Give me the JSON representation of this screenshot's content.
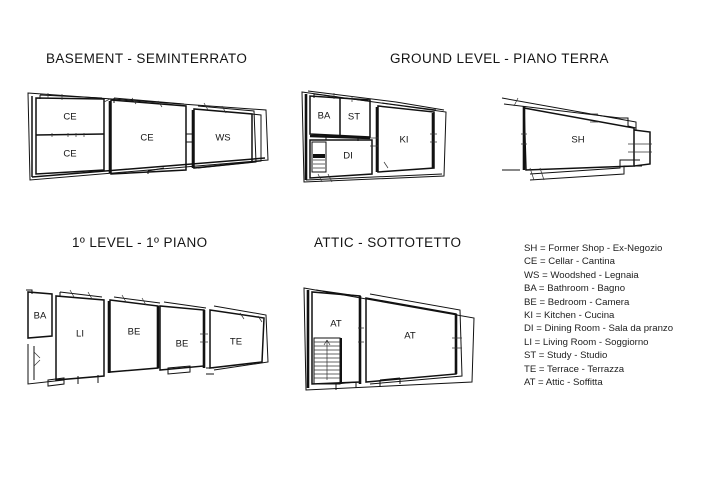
{
  "document": {
    "kind": "floor-plan-sheet",
    "background_color": "#ffffff",
    "ink_color": "#111111"
  },
  "plans": {
    "basement": {
      "title": "BASEMENT - SEMINTERRATO",
      "rooms": [
        {
          "code": "CE",
          "position": "upper-left"
        },
        {
          "code": "CE",
          "position": "lower-left"
        },
        {
          "code": "CE",
          "position": "center"
        },
        {
          "code": "WS",
          "position": "right"
        }
      ]
    },
    "ground": {
      "title": "GROUND LEVEL - PIANO TERRA",
      "rooms": [
        {
          "code": "BA",
          "position": "upper-left"
        },
        {
          "code": "ST",
          "position": "upper-center"
        },
        {
          "code": "DI",
          "position": "lower-center"
        },
        {
          "code": "KI",
          "position": "right"
        }
      ],
      "detached_unit": {
        "rooms": [
          {
            "code": "SH",
            "position": "center"
          }
        ]
      }
    },
    "level1": {
      "title": "1º LEVEL - 1º PIANO",
      "rooms": [
        {
          "code": "BA",
          "position": "far-left"
        },
        {
          "code": "LI",
          "position": "left"
        },
        {
          "code": "BE",
          "position": "center-left"
        },
        {
          "code": "BE",
          "position": "center-right"
        },
        {
          "code": "TE",
          "position": "right"
        }
      ]
    },
    "attic": {
      "title": "ATTIC - SOTTOTETTO",
      "rooms": [
        {
          "code": "AT",
          "position": "left"
        },
        {
          "code": "AT",
          "position": "right"
        }
      ],
      "features": [
        {
          "name": "staircase",
          "position": "left-room-lower-left"
        }
      ]
    }
  },
  "legend": {
    "entries": [
      "SH = Former Shop - Ex-Negozio",
      "CE = Cellar - Cantina",
      "WS = Woodshed - Legnaia",
      "BA = Bathroom - Bagno",
      "BE = Bedroom - Camera",
      "KI = Kitchen - Cucina",
      "DI = Dining Room - Sala da pranzo",
      "LI = Living Room - Soggiorno",
      "ST = Study - Studio",
      "TE = Terrace - Terrazza",
      "AT = Attic - Soffitta"
    ]
  }
}
